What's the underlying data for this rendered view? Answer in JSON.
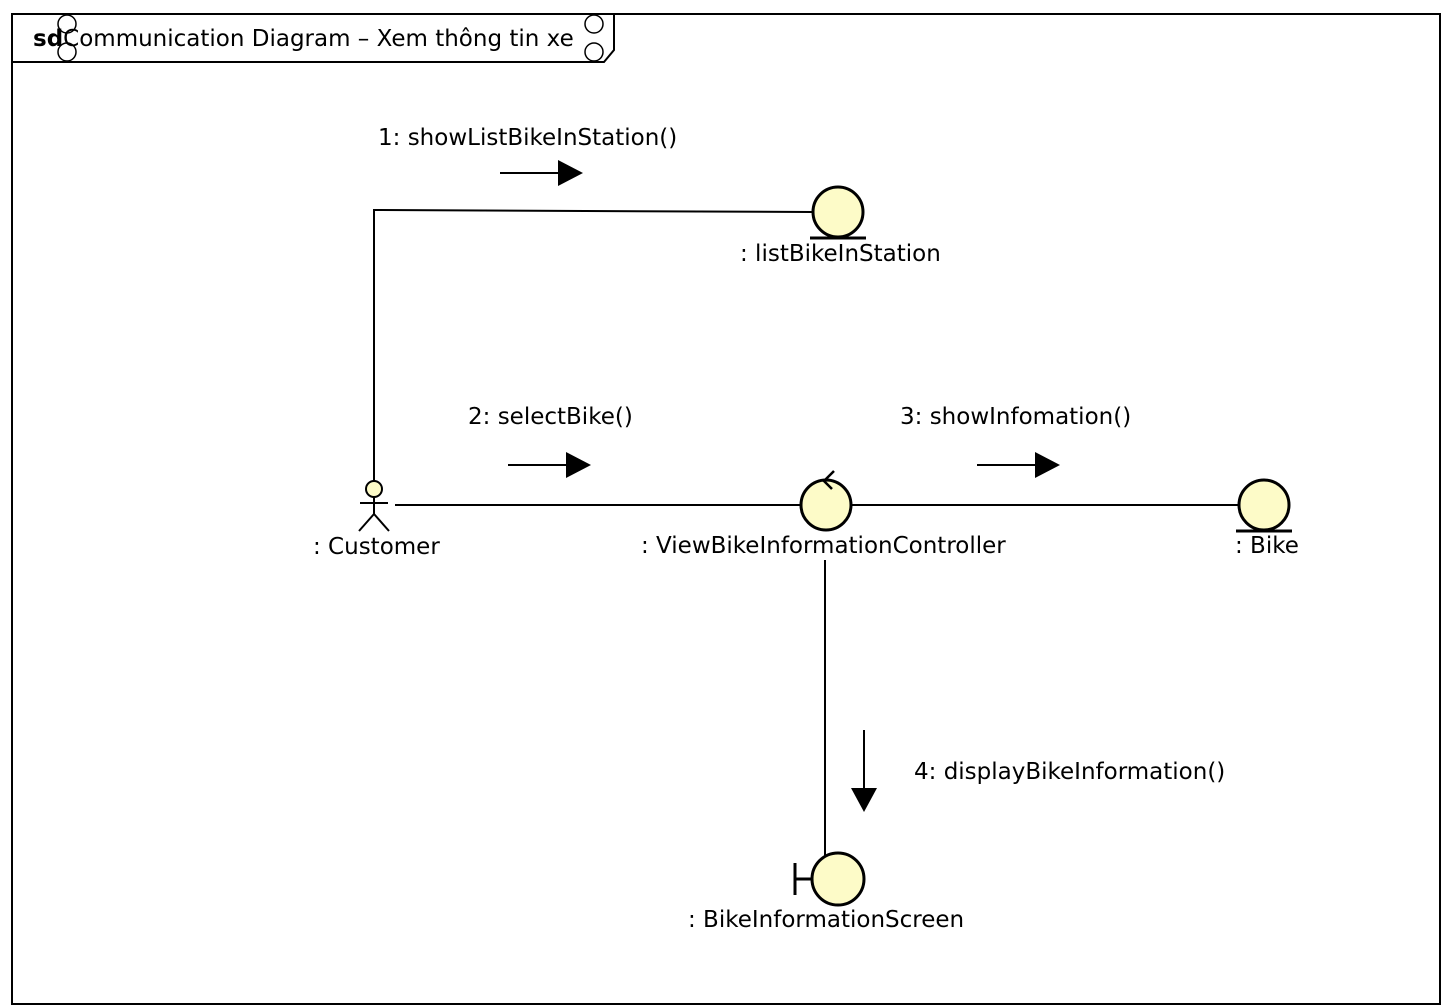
{
  "frame": {
    "keyword": "sd",
    "title": "Communication Diagram – Xem thông tin xe"
  },
  "objects": {
    "customer": {
      "label": ": Customer",
      "kind": "actor"
    },
    "list_bike_in_station": {
      "label": ": listBikeInStation",
      "kind": "entity"
    },
    "controller": {
      "label": ": ViewBikeInformationController",
      "kind": "control"
    },
    "bike": {
      "label": ": Bike",
      "kind": "entity"
    },
    "screen": {
      "label": ": BikeInformationScreen",
      "kind": "boundary"
    }
  },
  "messages": [
    {
      "label": "1: showListBikeInStation()",
      "from": "customer",
      "to": "list_bike_in_station"
    },
    {
      "label": "2: selectBike()",
      "from": "customer",
      "to": "controller"
    },
    {
      "label": "3: showInfomation()",
      "from": "controller",
      "to": "bike"
    },
    {
      "label": "4: displayBikeInformation()",
      "from": "controller",
      "to": "screen"
    }
  ],
  "colors": {
    "object_fill": "#FDFBC8",
    "stroke": "#000000",
    "background": "#FFFFFF"
  }
}
